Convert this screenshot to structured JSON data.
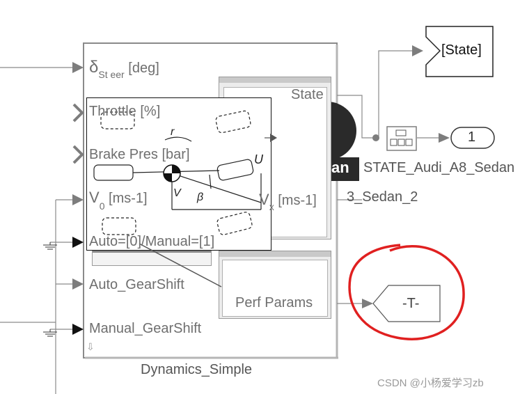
{
  "block": {
    "name": "Dynamics_Simple",
    "inputs": [
      {
        "label": "δ",
        "sub": "St eer",
        "unit": "[deg]"
      },
      {
        "label": "Throttle [%]"
      },
      {
        "label": "Brake Pres [bar]"
      },
      {
        "label": "V",
        "sub": "0",
        "unit": "[ms-1]"
      },
      {
        "label": "Auto=[0]/Manual=[1]"
      },
      {
        "label": "Auto_GearShift"
      },
      {
        "label": "Manual_GearShift"
      }
    ],
    "outputs": [
      {
        "label": "State"
      },
      {
        "label": "V",
        "sub": "x",
        "unit": "[ms-1]"
      },
      {
        "label": "Perf Params"
      }
    ]
  },
  "diagram": {
    "goto_state": "[State]",
    "outport_number": "1",
    "output_signal_name": "STATE_Audi_A8_Sedan",
    "output_signal_name2": "3_Sedan_2",
    "goto_T": "-T-",
    "logo_text": "an",
    "figure_labels": {
      "r": "r",
      "U": "U",
      "V": "V",
      "beta": "β"
    }
  },
  "annotation": {
    "color": "#e02020",
    "shape": "freehand-circle"
  },
  "watermark": "CSDN @小杨爱学习zb",
  "colors": {
    "line": "#8a8a8a",
    "block_border": "#8a8a8a",
    "text": "#6f6f6f"
  }
}
